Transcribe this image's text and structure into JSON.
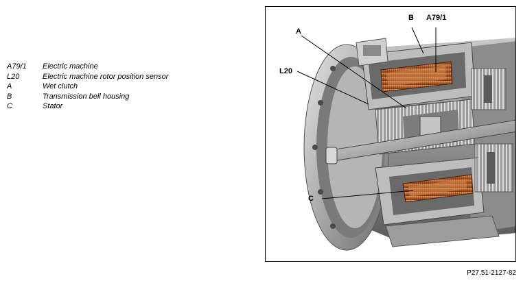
{
  "legend": [
    {
      "code": "A79/1",
      "description": "Electric machine"
    },
    {
      "code": "L20",
      "description": "Electric machine rotor position sensor"
    },
    {
      "code": "A",
      "description": "Wet clutch"
    },
    {
      "code": "B",
      "description": "Transmission bell housing"
    },
    {
      "code": "C",
      "description": "Stator"
    }
  ],
  "figure": {
    "callouts": {
      "a": "A",
      "b": "B",
      "a79": "A79/1",
      "l20": "L20",
      "c": "C"
    }
  },
  "reference": "P27.51-2127-82"
}
